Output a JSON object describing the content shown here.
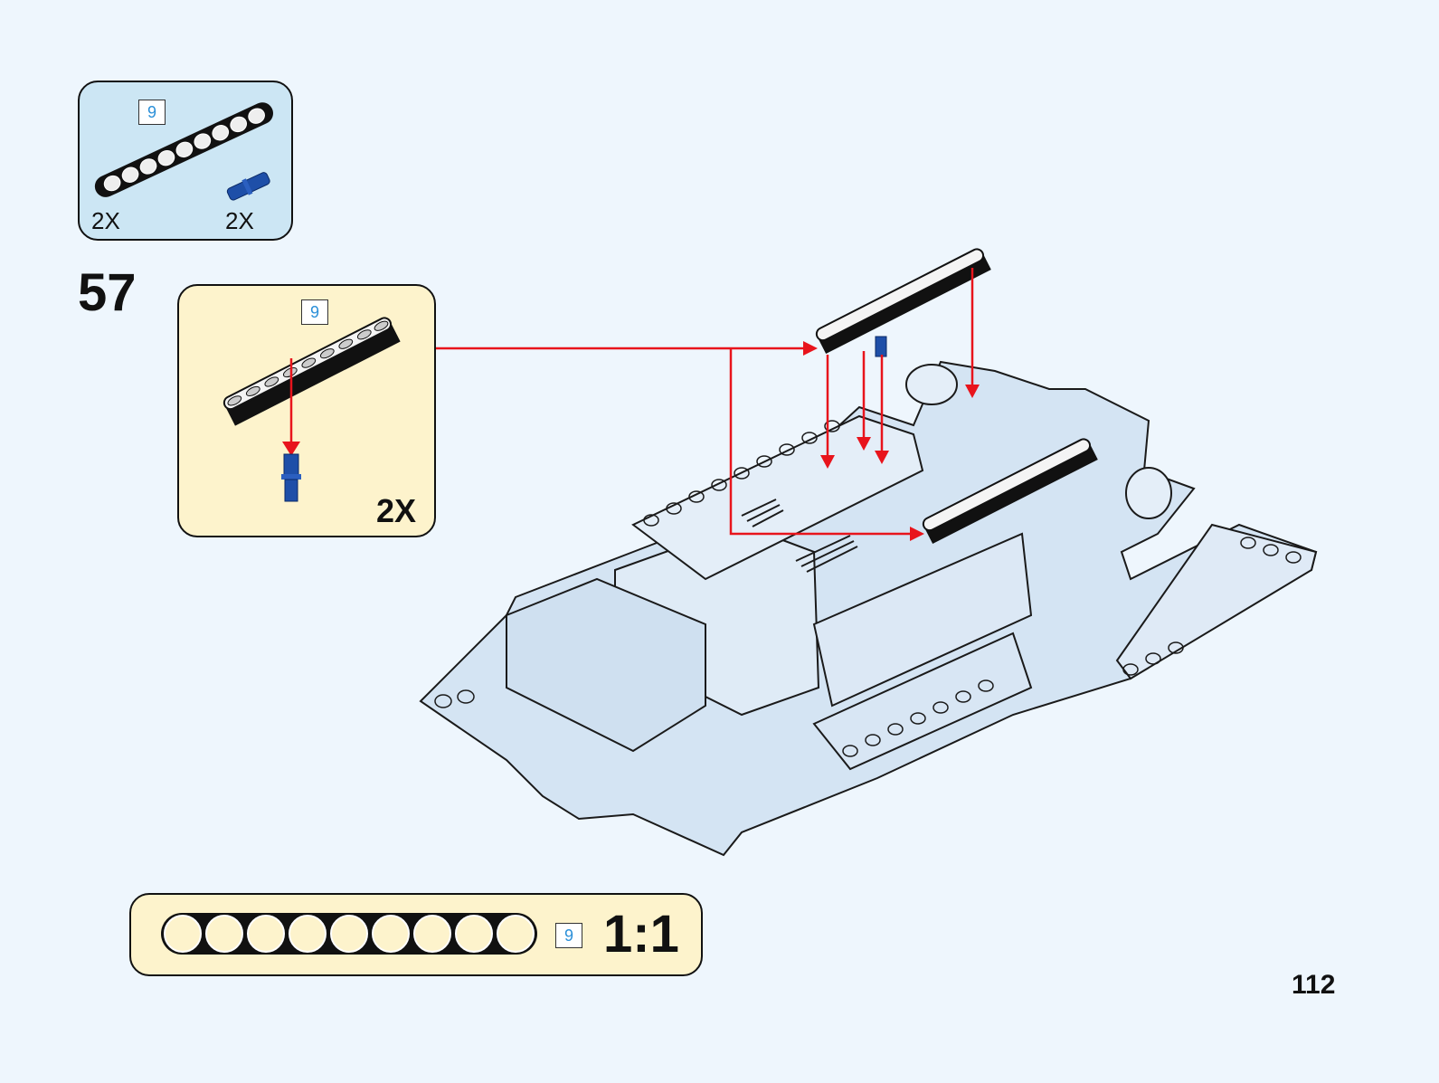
{
  "parts_list": {
    "items": [
      {
        "name": "beam",
        "length_tag": "9",
        "quantity": "2X"
      },
      {
        "name": "pin",
        "quantity": "2X"
      }
    ]
  },
  "step": {
    "number": "57"
  },
  "subassembly": {
    "length_tag": "9",
    "multiplier": "2X"
  },
  "scale_guide": {
    "length_tag": "9",
    "scale": "1:1",
    "holes": 9
  },
  "page_number": "112",
  "colors": {
    "background": "#eef6fd",
    "parts_box": "#cce6f4",
    "sub_box": "#fdf3cc",
    "arrow": "#e8141c",
    "pin_blue": "#1e4fa8"
  }
}
